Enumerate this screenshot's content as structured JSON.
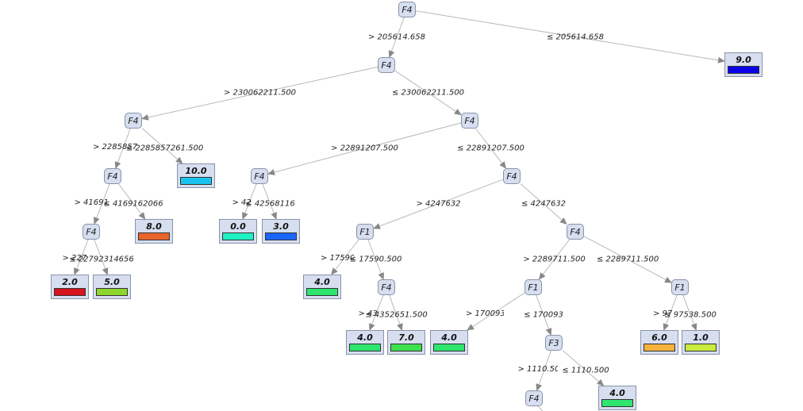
{
  "nodes": [
    {
      "id": "n0",
      "label": "F4"
    },
    {
      "id": "n1",
      "label": "F4"
    },
    {
      "id": "n2",
      "label": "F4"
    },
    {
      "id": "n3",
      "label": "F4"
    },
    {
      "id": "n4",
      "label": "F4"
    },
    {
      "id": "n5",
      "label": "F4"
    },
    {
      "id": "n6",
      "label": "F4"
    },
    {
      "id": "n7",
      "label": "F1"
    },
    {
      "id": "n8",
      "label": "F4"
    },
    {
      "id": "n9",
      "label": "F4"
    },
    {
      "id": "n10",
      "label": "F1"
    },
    {
      "id": "n11",
      "label": "F1"
    },
    {
      "id": "n12",
      "label": "F3"
    },
    {
      "id": "n13",
      "label": "F4"
    }
  ],
  "leaves": [
    {
      "id": "l0",
      "value": "9.0",
      "color": "#0a00e8"
    },
    {
      "id": "l1",
      "value": "10.0",
      "color": "#19c4f0"
    },
    {
      "id": "l2",
      "value": "8.0",
      "color": "#e8642a"
    },
    {
      "id": "l3",
      "value": "2.0",
      "color": "#d8141c"
    },
    {
      "id": "l4",
      "value": "5.0",
      "color": "#8ed62e"
    },
    {
      "id": "l5",
      "value": "0.0",
      "color": "#1ff0c4"
    },
    {
      "id": "l6",
      "value": "3.0",
      "color": "#1a66ff"
    },
    {
      "id": "l7",
      "value": "4.0",
      "color": "#2ee66e"
    },
    {
      "id": "l8",
      "value": "4.0",
      "color": "#2ee66e"
    },
    {
      "id": "l9",
      "value": "7.0",
      "color": "#3ee04e"
    },
    {
      "id": "l10",
      "value": "4.0",
      "color": "#2ee66e"
    },
    {
      "id": "l11",
      "value": "6.0",
      "color": "#f6b23a"
    },
    {
      "id": "l12",
      "value": "1.0",
      "color": "#c8ec3c"
    },
    {
      "id": "l13",
      "value": "4.0",
      "color": "#2ee66e"
    }
  ],
  "edges": [
    {
      "from": "n0",
      "to": "n1",
      "label": "> 205614.658"
    },
    {
      "from": "n0",
      "to": "l0",
      "label": "≤ 205614.658"
    },
    {
      "from": "n1",
      "to": "n2",
      "label": "> 230062211.500"
    },
    {
      "from": "n1",
      "to": "n5",
      "label": "≤ 230062211.500"
    },
    {
      "from": "n2",
      "to": "n3",
      "label": "> 2285857"
    },
    {
      "from": "n2",
      "to": "l1",
      "label": "≤ 2285857261.500"
    },
    {
      "from": "n3",
      "to": "n4",
      "label": "> 41691"
    },
    {
      "from": "n3",
      "to": "l2",
      "label": "≤ 4169162066"
    },
    {
      "from": "n4",
      "to": "l3",
      "label": "> 227"
    },
    {
      "from": "n4",
      "to": "l4",
      "label": "≤ 22792314656"
    },
    {
      "from": "n5",
      "to": "n8",
      "label": "> 22891207.500"
    },
    {
      "from": "n5",
      "to": "n6",
      "label": "≤ 22891207.500"
    },
    {
      "from": "n8",
      "to": "l5",
      "label": "> 42"
    },
    {
      "from": "n8",
      "to": "l6",
      "label": "≤ 42568116"
    },
    {
      "from": "n6",
      "to": "n7",
      "label": "> 4247632"
    },
    {
      "from": "n6",
      "to": "n9",
      "label": "≤ 4247632"
    },
    {
      "from": "n7",
      "to": "l7",
      "label": "> 17590"
    },
    {
      "from": "n7",
      "to": "n14",
      "label": "≤ 17590.500"
    },
    {
      "from": "n14",
      "to": "l8",
      "label": "> 43"
    },
    {
      "from": "n14",
      "to": "l9",
      "label": "≤ 4352651.500"
    },
    {
      "from": "n9",
      "to": "n10",
      "label": "> 2289711.500"
    },
    {
      "from": "n9",
      "to": "n11",
      "label": "≤ 2289711.500"
    },
    {
      "from": "n10",
      "to": "l10",
      "label": "> 170093"
    },
    {
      "from": "n10",
      "to": "n12",
      "label": "≤ 170093"
    },
    {
      "from": "n11",
      "to": "l11",
      "label": "> 97"
    },
    {
      "from": "n11",
      "to": "l12",
      "label": "≤ 97538.500"
    },
    {
      "from": "n12",
      "to": "n13",
      "label": "> 1110.50"
    },
    {
      "from": "n12",
      "to": "l13",
      "label": "≤ 1110.500"
    }
  ],
  "extra_nodes": [
    {
      "id": "n14",
      "label": "F4"
    }
  ]
}
